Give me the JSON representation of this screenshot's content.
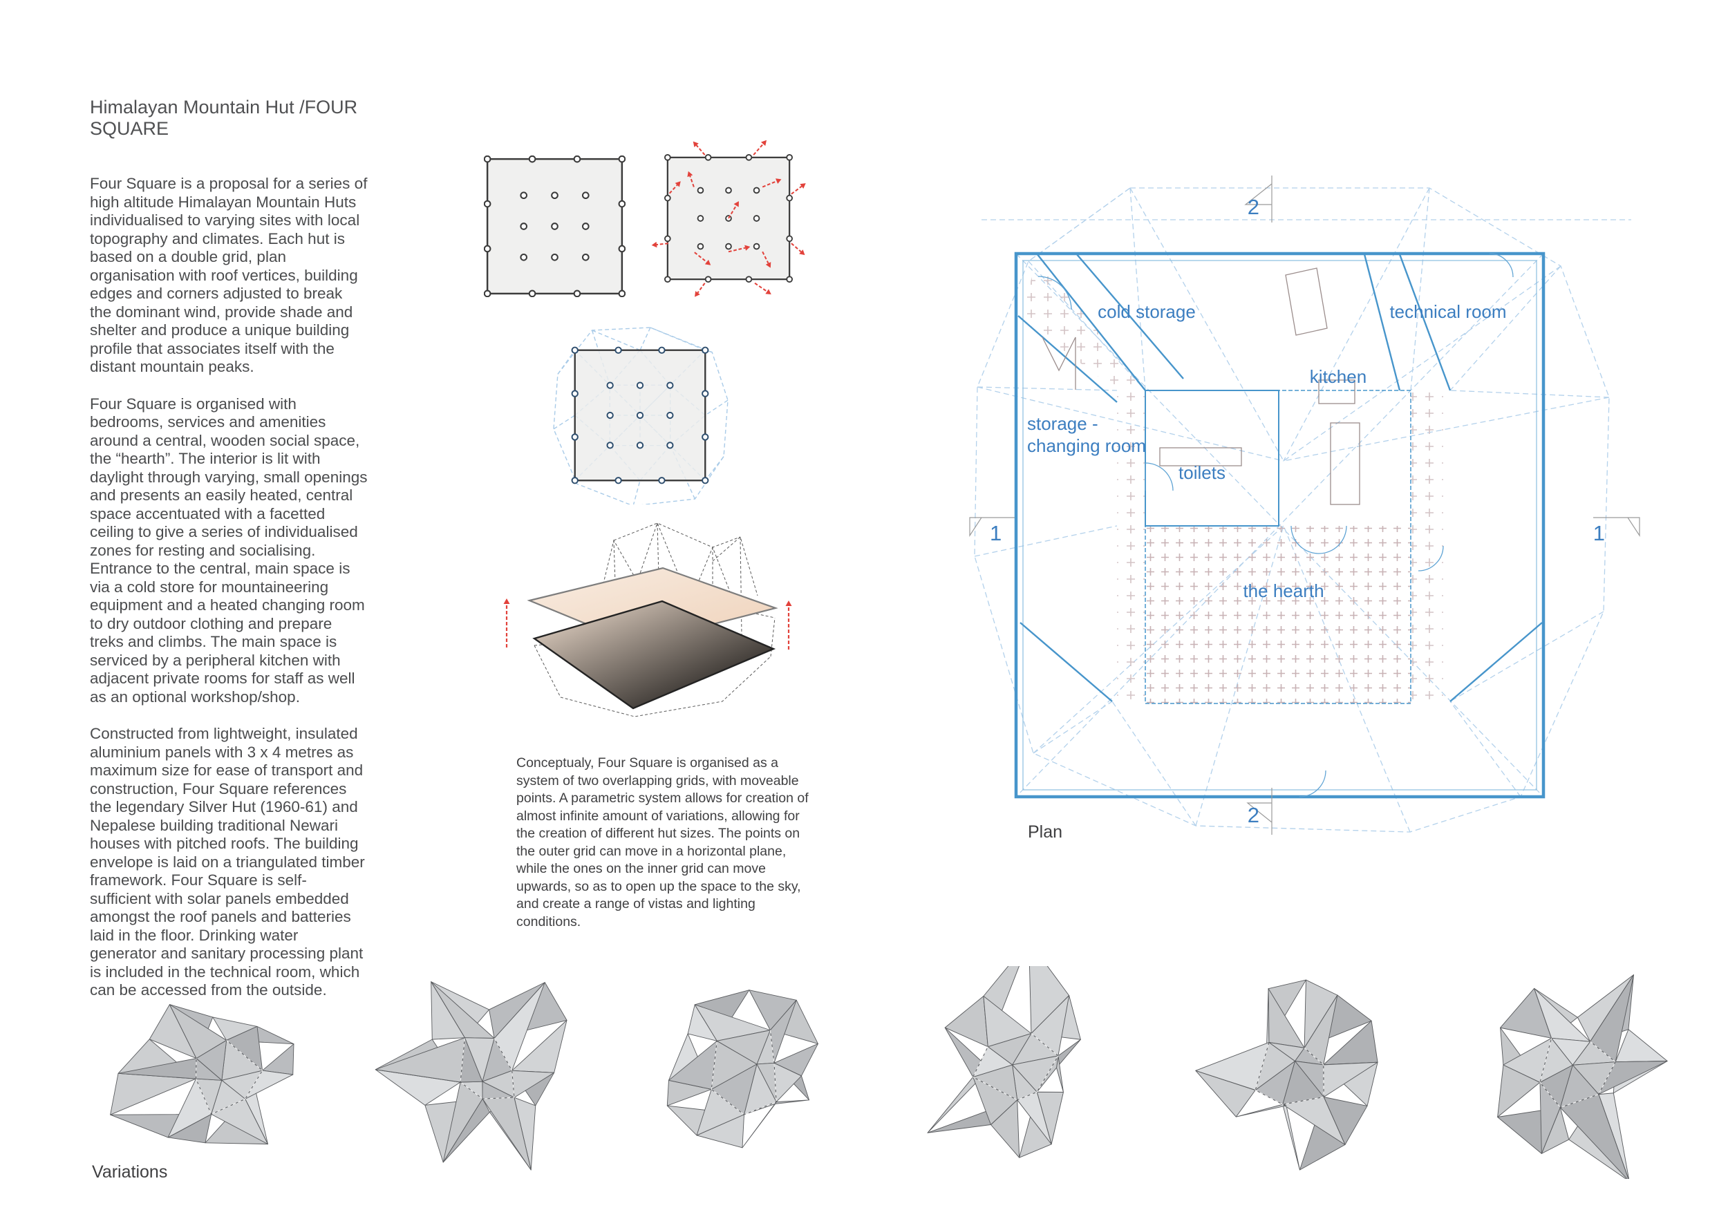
{
  "title": "Himalayan Mountain Hut /FOUR SQUARE",
  "left_column": {
    "paragraphs": [
      "Four Square is a proposal for a series of high altitude Himalayan Mountain Huts individualised to varying sites with local topography and climates. Each hut is based on a double grid, plan organisation with roof vertices, building edges and corners adjusted to break the dominant wind, provide shade and shelter and produce a unique building profile that associates itself with the distant mountain peaks.",
      "Four Square is organised with bedrooms, services and amenities around a central, wooden social space, the “hearth”. The interior is lit with daylight through varying, small openings and presents an easily heated, central space accentuated with a facetted ceiling to give a series of individualised zones for resting and socialising. Entrance to the central, main space is via a cold store for mountaineering equipment and a heated changing room to dry outdoor clothing and prepare treks and climbs. The main space is serviced by a peripheral kitchen with adjacent private rooms for staff as well as an optional workshop/shop.",
      "Constructed from lightweight, insulated aluminium panels with 3 x 4 metres as maximum size for ease of transport and construction, Four Square references the legendary Silver Hut (1960-61) and Nepalese building traditional Newari houses with pitched roofs. The building envelope is laid on a triangulated timber framework. Four Square is self-sufficient with solar panels embedded amongst the roof panels and batteries laid in the floor. Drinking water generator and sanitary processing plant is included in the technical room, which can be accessed from the outside."
    ]
  },
  "concept_caption": "Conceptualy, Four Square is organised as a system of two overlapping grids, with moveable points. A parametric system allows for creation of almost infinite amount of variations, allowing for the creation of different hut sizes. The points on the outer grid can move in a horizontal plane, while the ones on the inner grid can move upwards, so as to open up the space to the sky, and create a range of vistas and lighting conditions.",
  "plan": {
    "labels": {
      "cold_storage": "cold storage",
      "technical_room": "technical room",
      "kitchen": "kitchen",
      "storage_line1": "storage -",
      "storage_line2": "changing room",
      "toilets": "toilets",
      "hearth": "the hearth"
    },
    "section_markers": {
      "top": "2",
      "bottom": "2",
      "left": "1",
      "right": "1"
    },
    "caption": "Plan"
  },
  "variations_caption": "Variations",
  "colors": {
    "label_blue": "#3c7ec0",
    "wall_blue": "#4795cb",
    "dashed_blue": "#b3d1eb",
    "arrow_red": "#e2423b",
    "furniture_grey": "#9b8d8c",
    "text_grey": "#4b4c4e"
  }
}
